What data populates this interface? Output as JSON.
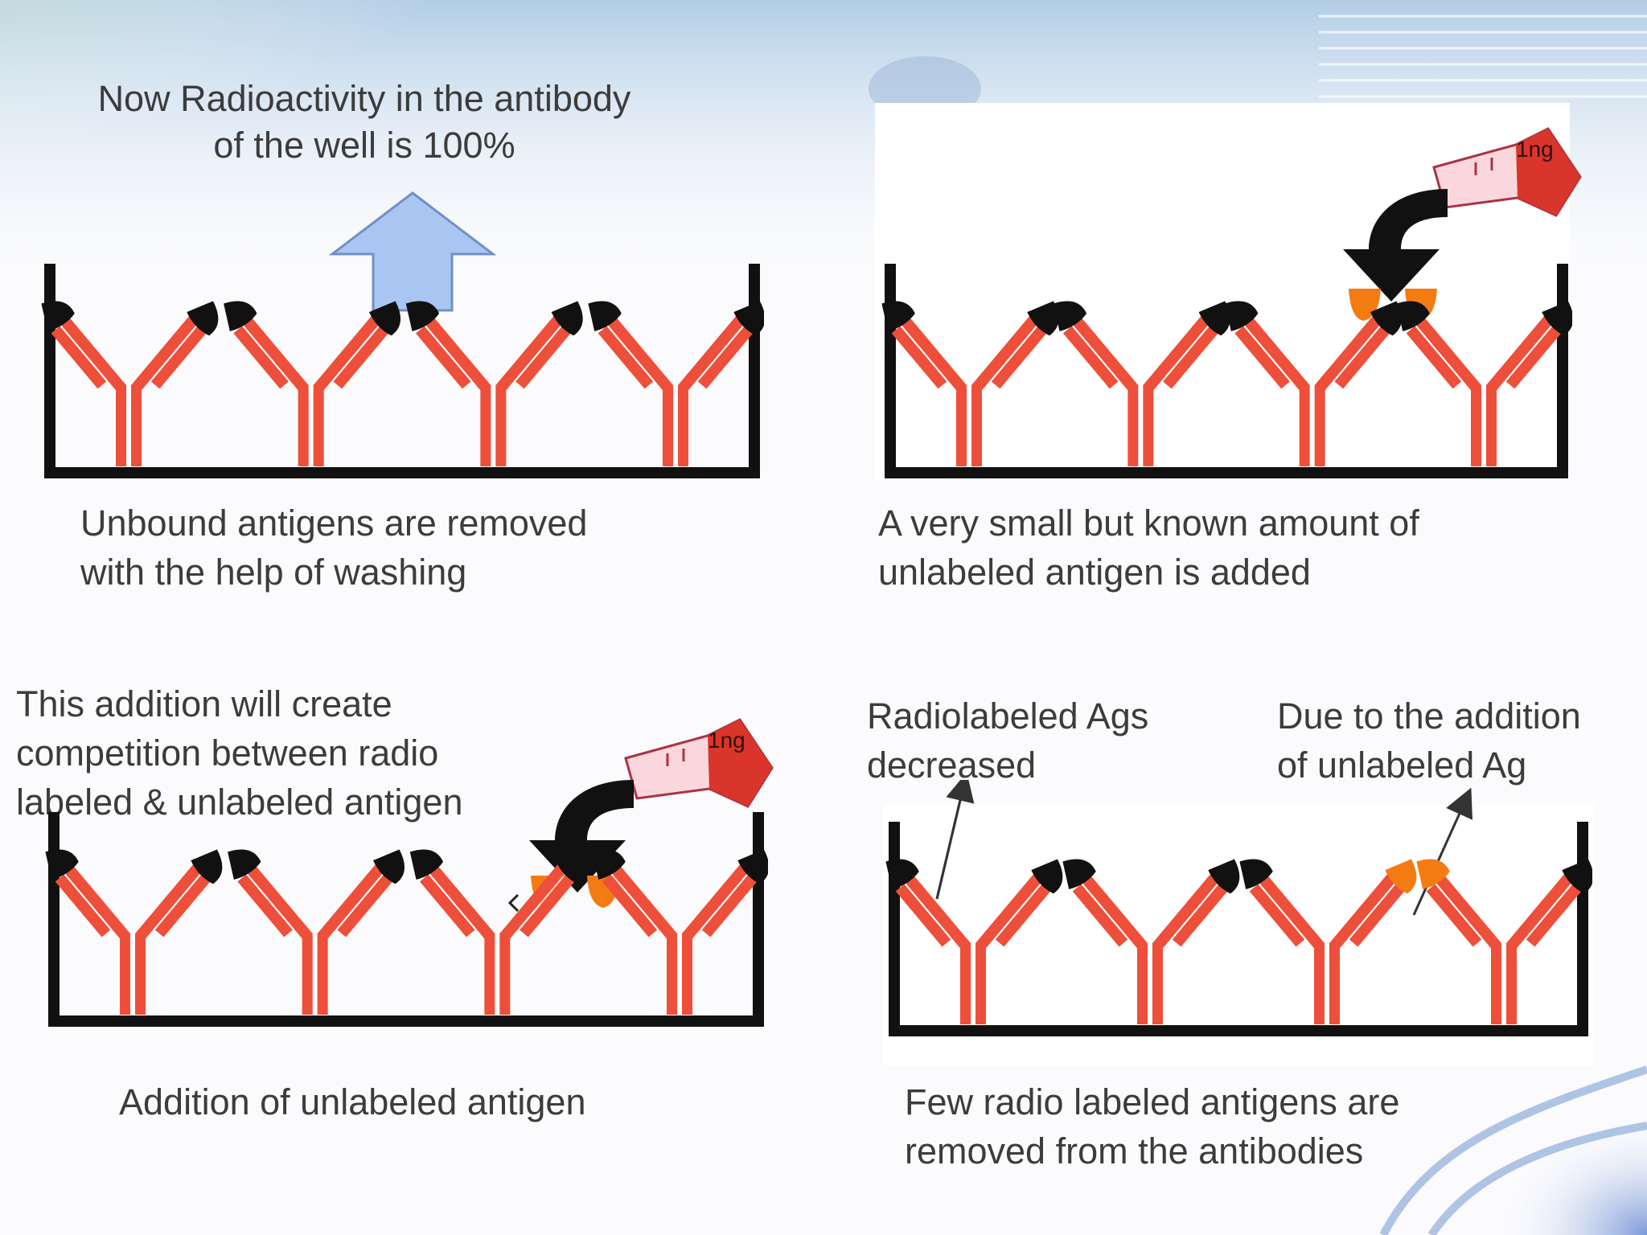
{
  "panels": [
    {
      "caption": "Unbound antigens are removed\nwith the help of washing",
      "note": "Now Radioactivity in the antibody\nof the well is 100%"
    },
    {
      "caption": "A very small but known amount of\nunlabeled antigen is added",
      "flask_label": "1ng"
    },
    {
      "caption": "Addition of unlabeled antigen",
      "note": "This addition will create\ncompetition between radio\nlabeled & unlabeled antigen",
      "flask_label": "1ng"
    },
    {
      "caption": "Few radio labeled antigens are\nremoved from the antibodies",
      "label_left": "Radiolabeled Ags\n decreased",
      "label_right": "Due to the addition\nof unlabeled Ag"
    }
  ],
  "colors": {
    "antibody": "#ee4f3a",
    "antibody_light": "#ff8e72",
    "radiolabeled_antigen": "#111111",
    "unlabeled_antigen": "#f47b12",
    "well": "#111111",
    "up_arrow_fill": "#a9c5f2",
    "up_arrow_stroke": "#7390c2",
    "flask": "#d9352b"
  }
}
